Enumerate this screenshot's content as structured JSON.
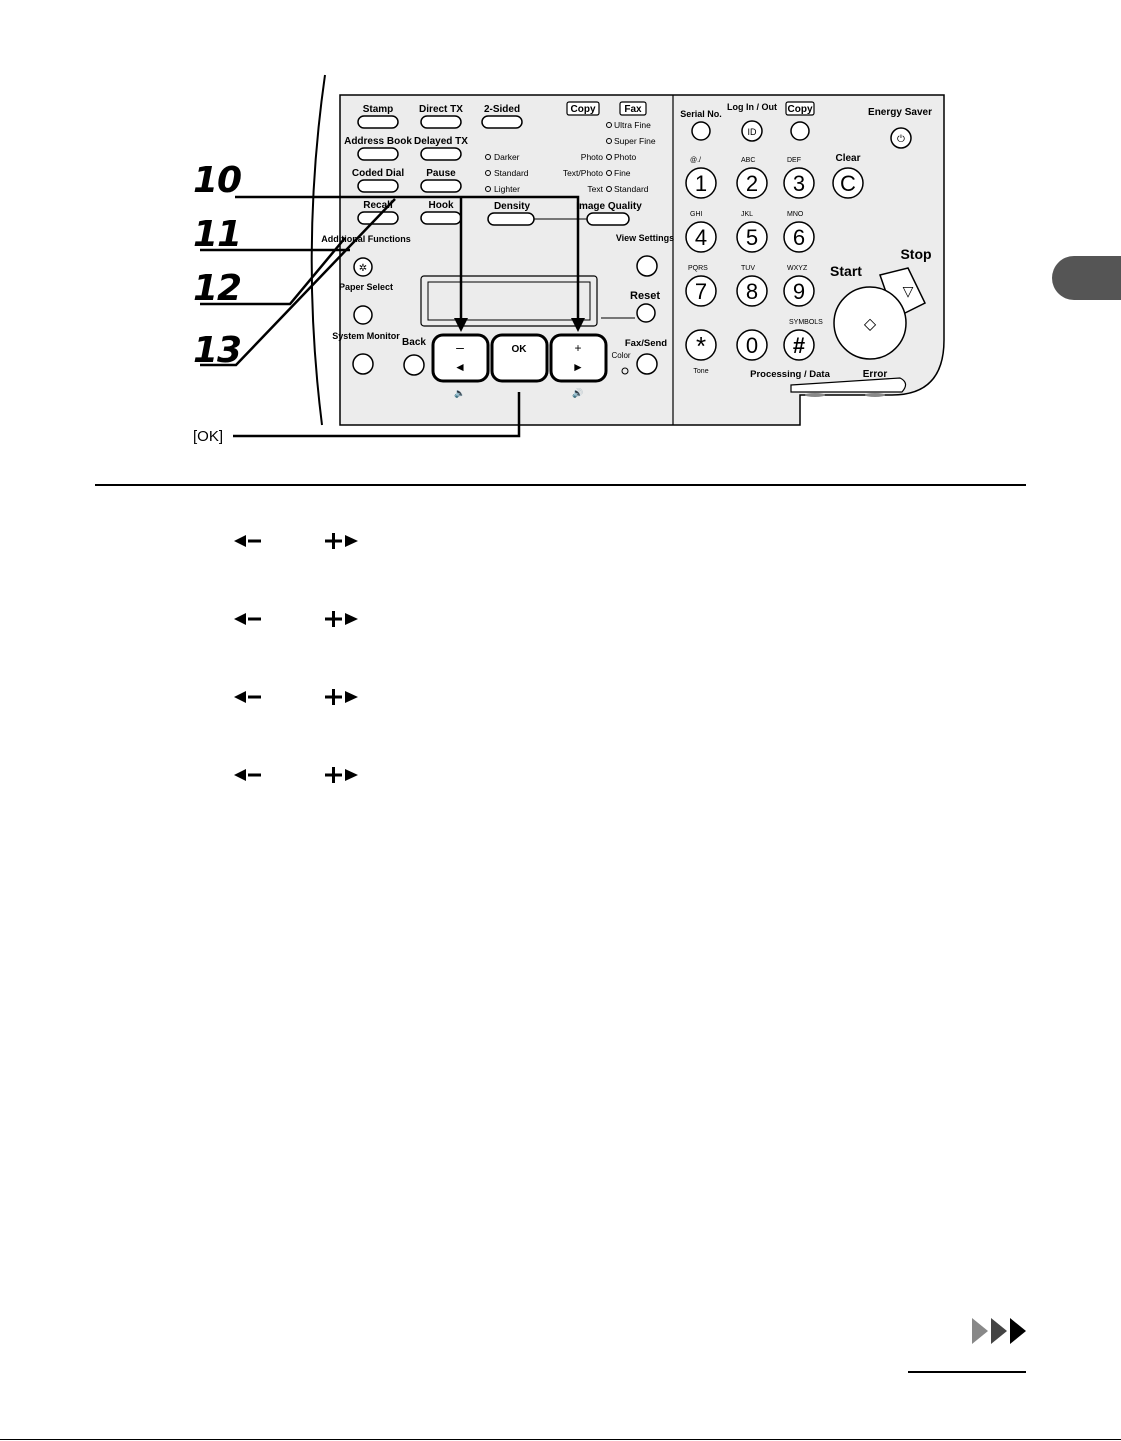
{
  "panel": {
    "func_buttons": [
      "Stamp",
      "Direct TX",
      "2-Sided",
      "Address Book",
      "Delayed TX",
      "Coded Dial",
      "Pause",
      "Recall",
      "Hook"
    ],
    "mode_tags": {
      "copy": "Copy",
      "fax": "Fax"
    },
    "density_options": [
      "Darker",
      "Standard",
      "Lighter"
    ],
    "copy_quality_options": [
      "Photo",
      "Text/Photo",
      "Text"
    ],
    "fax_resolution_options": [
      "Ultra Fine",
      "Super Fine",
      "Photo",
      "Fine",
      "Standard"
    ],
    "density_label": "Density",
    "image_quality_label": "Image Quality",
    "additional_functions": "Additional Functions",
    "paper_select": "Paper Select",
    "system_monitor": "System Monitor",
    "back": "Back",
    "ok": "OK",
    "minus": "–",
    "plus": "+",
    "view_settings": "View Settings",
    "reset": "Reset",
    "fax_send": "Fax/Send",
    "color": "Color",
    "serial_no": "Serial No.",
    "log_in_out": "Log In / Out",
    "id": "ID",
    "copy_btn": "Copy",
    "energy_saver": "Energy Saver",
    "clear": "Clear",
    "clear_key": "C",
    "start": "Start",
    "stop": "Stop",
    "tone": "Tone",
    "processing_data": "Processing / Data",
    "error": "Error",
    "symbols": "SYMBOLS",
    "keypad": [
      {
        "key": "1",
        "sub": "@./"
      },
      {
        "key": "2",
        "sub": "ABC"
      },
      {
        "key": "3",
        "sub": "DEF"
      },
      {
        "key": "4",
        "sub": "GHI"
      },
      {
        "key": "5",
        "sub": "JKL"
      },
      {
        "key": "6",
        "sub": "MNO"
      },
      {
        "key": "7",
        "sub": "PQRS"
      },
      {
        "key": "8",
        "sub": "TUV"
      },
      {
        "key": "9",
        "sub": "WXYZ"
      },
      {
        "key": "*",
        "sub": ""
      },
      {
        "key": "0",
        "sub": ""
      },
      {
        "key": "#",
        "sub": ""
      }
    ]
  },
  "callouts": {
    "step10": "10",
    "step11": "11",
    "step12": "12",
    "step13": "13",
    "ok": "[OK]"
  },
  "instructions": [
    {
      "left_key": "◄–",
      "right_key": "+►"
    },
    {
      "left_key": "◄–",
      "right_key": "+►"
    },
    {
      "left_key": "◄–",
      "right_key": "+►"
    },
    {
      "left_key": "◄–",
      "right_key": "+►"
    }
  ],
  "colors": {
    "panel_bg": "#ececec",
    "ink": "#000000",
    "tab": "#555555"
  }
}
